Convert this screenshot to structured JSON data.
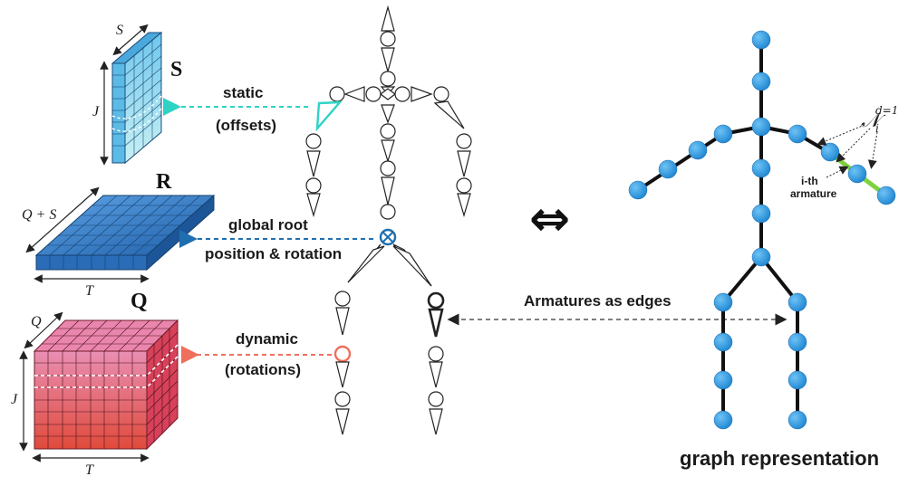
{
  "tensors": {
    "s": {
      "title": "S",
      "dim_top": "S",
      "dim_side": "J",
      "color": "#9cd9ef"
    },
    "r": {
      "title": "R",
      "dim_side": "Q + S",
      "dim_bottom": "T",
      "color": "#3b7fc9"
    },
    "q": {
      "title": "Q",
      "dim_top": "Q",
      "dim_side": "J",
      "dim_bottom": "T",
      "color": "#e0545a"
    }
  },
  "labels": {
    "static_line1": "static",
    "static_line2": "(offsets)",
    "global_line1": "global root",
    "global_line2": "position & rotation",
    "dynamic_line1": "dynamic",
    "dynamic_line2": "(rotations)",
    "armatures_edges": "Armatures as edges",
    "equivalence": "⇔",
    "neighborhood": "𝒩",
    "neighborhood_sup": "d=1",
    "neighborhood_sub": "i",
    "ith_line1": "i-th",
    "ith_line2": "armature",
    "graph_caption": "graph representation"
  },
  "colors": {
    "static_arrow": "#2ed3c6",
    "global_arrow": "#1f6fb0",
    "dynamic_arrow": "#ef6f5c",
    "graph_node": "#2f9be0",
    "highlight_edge": "#7ed23f"
  }
}
